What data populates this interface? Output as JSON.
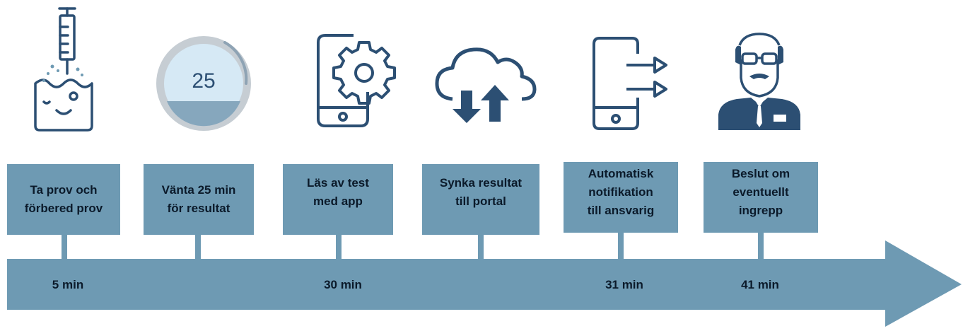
{
  "colors": {
    "accent": "#6e9ab3",
    "icon_stroke": "#2c4f73",
    "icon_fill": "#2c4f73",
    "timer_face": "#d6e9f5",
    "timer_bezel": "#c6cdd3"
  },
  "icons": [
    "syringe-beaker-icon",
    "timer-icon",
    "phone-gear-icon",
    "cloud-sync-icon",
    "phone-notification-icon",
    "person-icon"
  ],
  "timer": {
    "value": "25"
  },
  "steps": [
    {
      "label_line1": "Ta prov och",
      "label_line2": "förbered prov",
      "label_line3": ""
    },
    {
      "label_line1": "Vänta 25 min",
      "label_line2": "för resultat",
      "label_line3": ""
    },
    {
      "label_line1": "Läs av test",
      "label_line2": "med app",
      "label_line3": ""
    },
    {
      "label_line1": "Synka resultat",
      "label_line2": "till portal",
      "label_line3": ""
    },
    {
      "label_line1": "Automatisk",
      "label_line2": "notifikation",
      "label_line3": "till ansvarig"
    },
    {
      "label_line1": "Beslut om",
      "label_line2": "eventuellt",
      "label_line3": "ingrepp"
    }
  ],
  "times": [
    {
      "label": "5 min"
    },
    {
      "label": "30 min"
    },
    {
      "label": "31 min"
    },
    {
      "label": "41 min"
    }
  ]
}
